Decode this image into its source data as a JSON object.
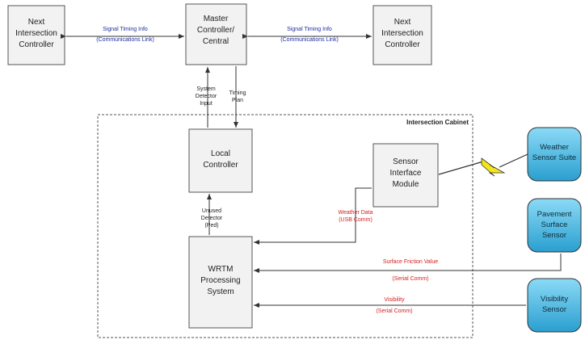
{
  "boxes": {
    "next_left": [
      "Next",
      "Intersection",
      "Controller"
    ],
    "master": [
      "Master",
      "Controller/",
      "Central"
    ],
    "next_right": [
      "Next",
      "Intersection",
      "Controller"
    ],
    "local": [
      "Local",
      "Controller"
    ],
    "sensor_interface": [
      "Sensor",
      "Interface",
      "Module"
    ],
    "wrtm": [
      "WRTM",
      "Processing",
      "System"
    ]
  },
  "cabinet_title": "Intersection Cabinet",
  "sensors": {
    "weather": [
      "Weather",
      "Sensor Suite"
    ],
    "pavement": [
      "Pavement",
      "Surface",
      "Sensor"
    ],
    "visibility": [
      "Visibility",
      "Sensor"
    ]
  },
  "labels": {
    "signal_left": [
      "Signal Timing Info",
      "(Communications Link)"
    ],
    "signal_right": [
      "Signal Timing Info",
      "(Communications Link)"
    ],
    "system_detector": [
      "System",
      "Detector",
      "Input"
    ],
    "timing_plan": [
      "Timing",
      "Plan"
    ],
    "unused_detector": [
      "Unused",
      "Detector",
      "(Ped)"
    ],
    "weather_data": [
      "Weather Data",
      "(USB Comm)"
    ],
    "surface_friction": [
      "Surface Friction Value",
      "(Serial Comm)"
    ],
    "visibility": [
      "Visibility",
      "(Serial Comm)"
    ]
  },
  "colors": {
    "box_fill": "#f2f2f2",
    "box_stroke": "#555555",
    "sensor_fill_top": "#7fd3f3",
    "sensor_fill_bottom": "#2a9fd0",
    "blue_label": "#1f2ea0",
    "red_label": "#d42020",
    "bolt": "#f5e61a"
  }
}
